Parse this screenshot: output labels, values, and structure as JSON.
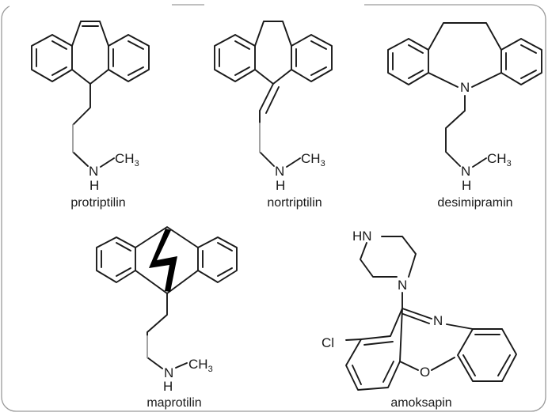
{
  "compounds": [
    {
      "name": "protriptilin"
    },
    {
      "name": "nortriptilin"
    },
    {
      "name": "desimipramin"
    },
    {
      "name": "maprotilin"
    },
    {
      "name": "amoksapin"
    }
  ],
  "atoms": {
    "nitrogen": "N",
    "hydrogen": "H",
    "methyl_c": "CH",
    "methyl_sub": "3",
    "piperazine_nh": "HN",
    "chlorine": "Cl",
    "oxygen": "O"
  }
}
